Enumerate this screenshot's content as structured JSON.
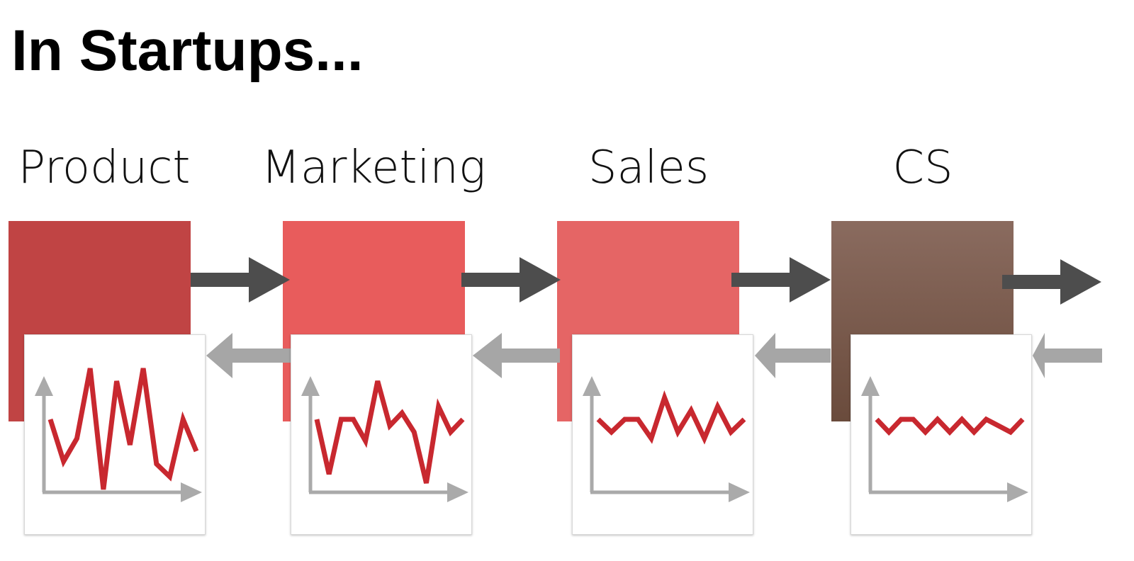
{
  "title": "In Startups...",
  "stages": [
    {
      "label": "Product",
      "color_top": "#c04444",
      "color_bottom": "#c04444",
      "trend": [
        0.55,
        0.22,
        0.4,
        0.95,
        0.0,
        0.85,
        0.35,
        0.95,
        0.2,
        0.1,
        0.55,
        0.3
      ]
    },
    {
      "label": "Marketing",
      "color_top": "#e85c5c",
      "color_bottom": "#e85c5c",
      "trend": [
        0.55,
        0.12,
        0.55,
        0.55,
        0.38,
        0.85,
        0.5,
        0.6,
        0.45,
        0.05,
        0.65,
        0.45,
        0.55
      ]
    },
    {
      "label": "Sales",
      "color_top": "#e56565",
      "color_bottom": "#e56565",
      "trend": [
        0.55,
        0.45,
        0.55,
        0.55,
        0.4,
        0.72,
        0.45,
        0.62,
        0.4,
        0.65,
        0.45,
        0.55
      ]
    },
    {
      "label": "CS",
      "color_top": "#8a6b5f",
      "color_bottom": "#6a4b3c",
      "trend": [
        0.55,
        0.45,
        0.55,
        0.55,
        0.45,
        0.55,
        0.45,
        0.55,
        0.45,
        0.55,
        0.5,
        0.45,
        0.55
      ]
    }
  ],
  "colors": {
    "forward_arrow": "#4d4d4d",
    "backward_arrow": "#a6a6a6",
    "trend_line": "#c8282f",
    "axis": "#aaaaaa"
  }
}
